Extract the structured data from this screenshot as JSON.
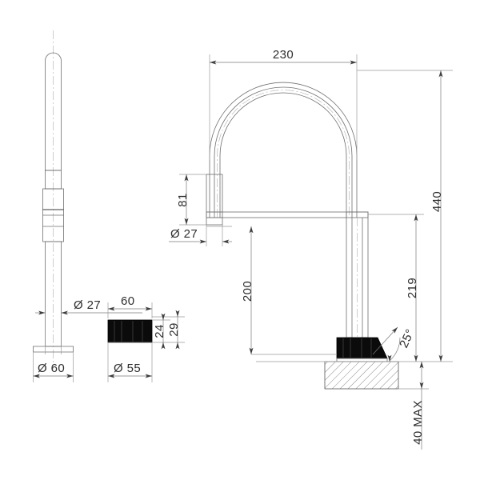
{
  "drawing": {
    "title": "Gooseneck Tap Technical Drawing",
    "background_color": "#ffffff",
    "line_color": "#6f6f6f",
    "dim_color": "#2e2e2e",
    "black_part_color": "#0b0b0b",
    "views": {
      "side_elevation": "side-elevation-view",
      "base_detail": "base-detail-view",
      "front_elevation": "front-elevation-view"
    },
    "dimensions": {
      "arch_width": "230",
      "overall_height": "440",
      "spout_height": "219",
      "column_height": "200",
      "collar_height": "81",
      "tube_dia_main": "Ø 27",
      "tube_dia_side": "Ø 27",
      "flange_dia": "Ø 60",
      "base_dia": "Ø 55",
      "base_width": "60",
      "base_height_inner": "24",
      "base_height_outer": "29",
      "spout_angle": "25°",
      "bench_thickness": "40 MAX"
    }
  }
}
